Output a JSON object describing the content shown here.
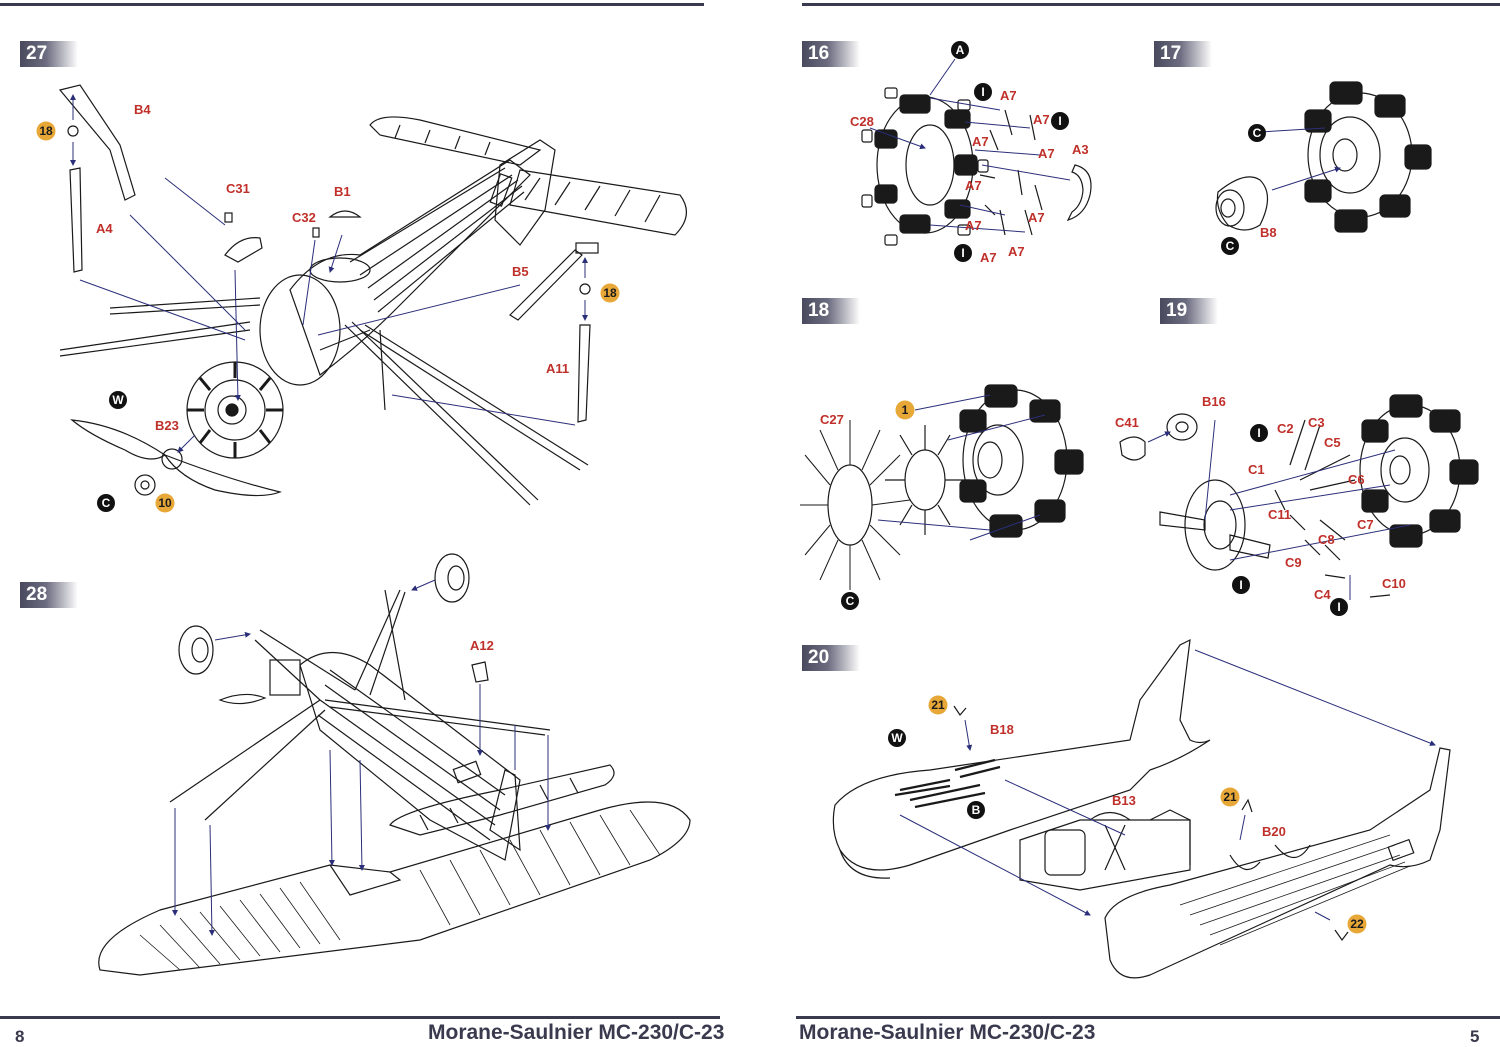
{
  "left_page": {
    "page_number": "8",
    "title": "Morane-Saulnier MC-230/C-23",
    "steps": [
      {
        "number": "27",
        "part_labels": [
          "B4",
          "A4",
          "C31",
          "B1",
          "C32",
          "B5",
          "A11",
          "B23"
        ],
        "callouts": [
          "18",
          "18",
          "10"
        ],
        "sprue_letters": [
          "W",
          "C"
        ]
      },
      {
        "number": "28",
        "part_labels": [
          "A12"
        ]
      }
    ]
  },
  "right_page": {
    "page_number": "5",
    "title": "Morane-Saulnier MC-230/C-23",
    "steps": [
      {
        "number": "16",
        "part_labels": [
          "C28",
          "A7",
          "A7",
          "A7",
          "A7",
          "A3",
          "A7",
          "A7",
          "A7",
          "A7",
          "A7"
        ],
        "sprue_letters": [
          "A",
          "I",
          "I",
          "I"
        ]
      },
      {
        "number": "17",
        "part_labels": [
          "B8"
        ],
        "sprue_letters": [
          "C",
          "C"
        ]
      },
      {
        "number": "18",
        "part_labels": [
          "C27"
        ],
        "callouts": [
          "1"
        ],
        "sprue_letters": [
          "C"
        ]
      },
      {
        "number": "19",
        "part_labels": [
          "C41",
          "B16",
          "C2",
          "C3",
          "C1",
          "C5",
          "C6",
          "C11",
          "C7",
          "C9",
          "C8",
          "C4",
          "C10"
        ],
        "sprue_letters": [
          "I",
          "I",
          "I"
        ]
      },
      {
        "number": "20",
        "part_labels": [
          "B18",
          "B13",
          "B20"
        ],
        "callouts": [
          "21",
          "21",
          "22"
        ],
        "sprue_letters": [
          "W",
          "B"
        ]
      }
    ]
  },
  "colors": {
    "rule": "#3a3a4e",
    "part_label": "#c0302a",
    "callout_orange": "#e8a838",
    "arrow": "#2b2f7a",
    "line_art": "#1a1a1a"
  }
}
